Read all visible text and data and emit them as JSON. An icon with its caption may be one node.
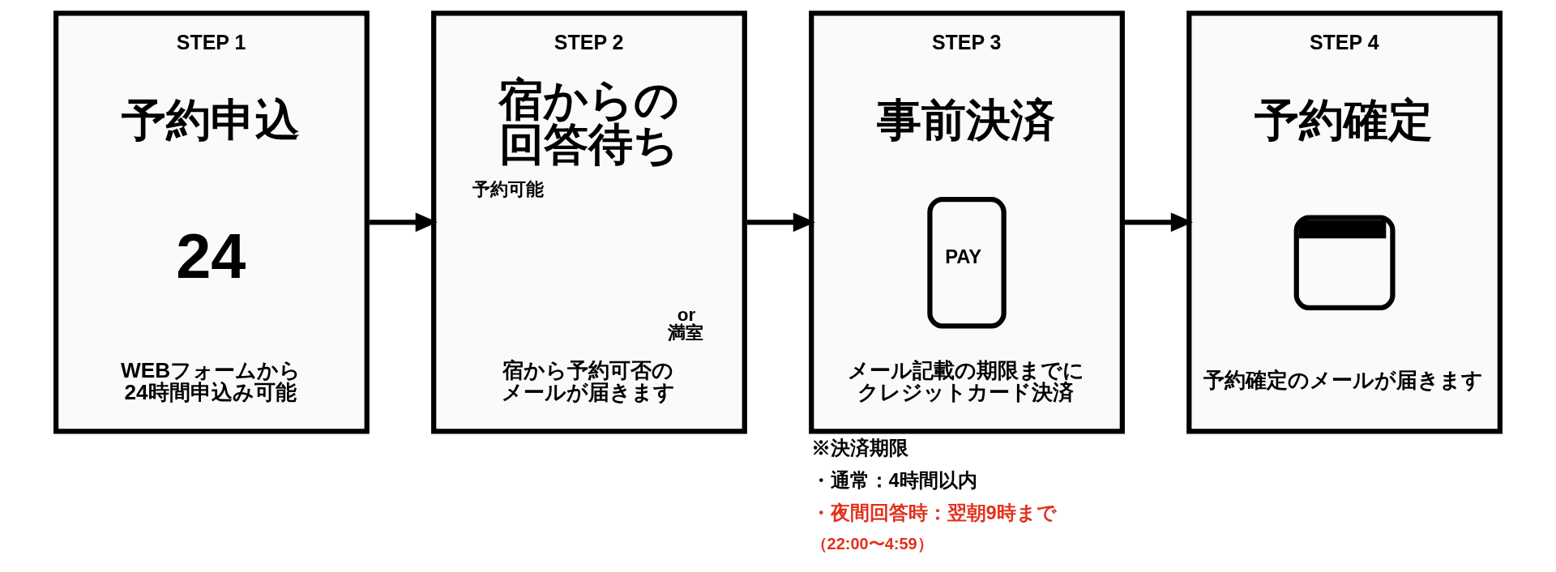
{
  "diagram": {
    "nodes": [
      {
        "text": [
          "STEP 1",
          "予約申込",
          "24",
          "WEBフォームから24時間申込み可能"
        ]
      },
      {
        "text": [
          "STEP 2",
          "宿からの回答待ち",
          "予約可能",
          "or 満室",
          "宿から予約可否のメールが届きます"
        ]
      },
      {
        "text": [
          "STEP 3",
          "事前決済",
          "PAY",
          "メール記載の期限までにクレジットカード決済"
        ],
        "beside": [
          "※決済期限",
          "・通常：4時間以内",
          "・夜間回答時：翌朝9時まで",
          "（22:00〜4:59）"
        ]
      },
      {
        "text": [
          "STEP 4",
          "予約確定",
          "予約確定のメールが届きます"
        ]
      }
    ],
    "edges": [
      {
        "from": 0,
        "to": 1,
        "arrow": "to"
      },
      {
        "from": 1,
        "to": 2,
        "arrow": "to"
      },
      {
        "from": 2,
        "to": 3,
        "arrow": "to"
      }
    ]
  }
}
